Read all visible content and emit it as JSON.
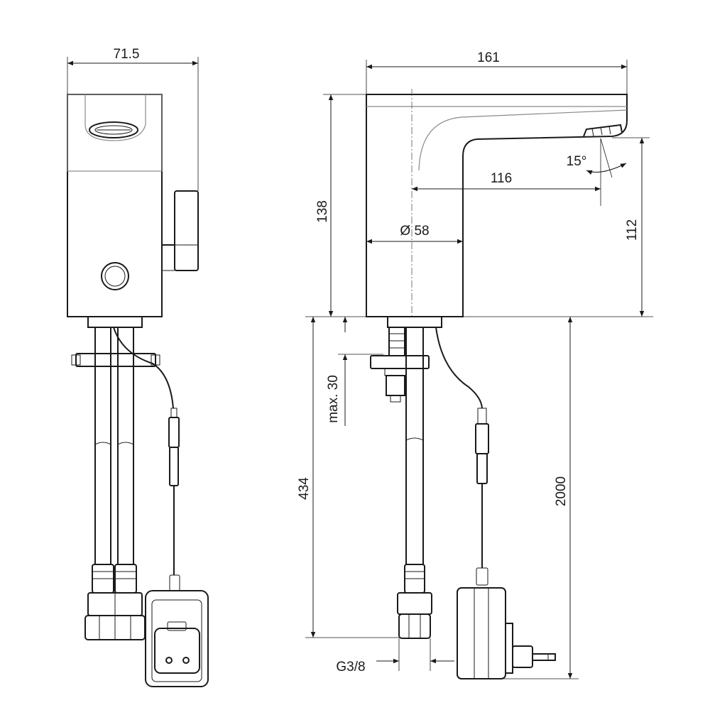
{
  "dimensions": {
    "front_width": "71.5",
    "side_length": "161",
    "body_height": "138",
    "spout_reach": "116",
    "spout_angle": "15°",
    "spout_height": "112",
    "body_diameter": "Ø 58",
    "max_thickness": "max. 30",
    "hose_length": "434",
    "cable_length": "2000",
    "thread": "G3/8"
  }
}
